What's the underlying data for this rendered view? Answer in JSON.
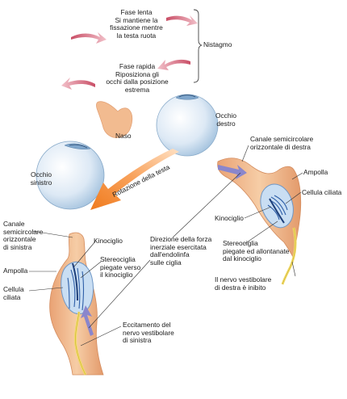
{
  "labels": {
    "fase_lenta_1": "Fase lenta",
    "fase_lenta_2": "Si mantiene la",
    "fase_lenta_3": "fissazione mentre",
    "fase_lenta_4": "la testa ruota",
    "nistagmo": "Nistagmo",
    "fase_rapida_1": "Fase rapida",
    "fase_rapida_2": "Riposiziona gli",
    "fase_rapida_3": "occhi dalla posizione",
    "fase_rapida_4": "estrema",
    "naso": "Naso",
    "occhio_destro_1": "Occhio",
    "occhio_destro_2": "destro",
    "occhio_sinistro_1": "Occhio",
    "occhio_sinistro_2": "sinistro",
    "rotazione": "Rotazione della testa",
    "canale_dx_1": "Canale semicircolare",
    "canale_dx_2": "orizzontale di destra",
    "ampolla_dx": "Ampolla",
    "cellula_dx": "Cellula ciliata",
    "kinociglio_dx": "Kinociglio",
    "stereo_dx_1": "Stereociglia",
    "stereo_dx_2": "piegate ed allontanate",
    "stereo_dx_3": "dal kinociglio",
    "nervo_dx_1": "Il nervo vestibolare",
    "nervo_dx_2": "di destra è inibito",
    "direzione_1": "Direzione della forza",
    "direzione_2": "inerziale esercitata",
    "direzione_3": "dall'endolinfa",
    "direzione_4": "sulle ciglia",
    "canale_sx_1": "Canale",
    "canale_sx_2": "semicircolare",
    "canale_sx_3": "orizzontale",
    "canale_sx_4": "di sinistra",
    "ampolla_sx": "Ampolla",
    "cellula_sx_1": "Cellula",
    "cellula_sx_2": "ciliata",
    "kinociglio_sx": "Kinociglio",
    "stereo_sx_1": "Stereociglia",
    "stereo_sx_2": "piegate verso",
    "stereo_sx_3": "il kinociglio",
    "eccit_1": "Eccitamento del",
    "eccit_2": "nervo vestibolare",
    "eccit_3": "di sinistra"
  },
  "colors": {
    "tissue": "#f0b98e",
    "tissue_dark": "#d98a5e",
    "nerve": "#f3e07a",
    "cupula": "#cfe2f5",
    "hair": "#2f5fa8",
    "eyeball": "#dbe9f6",
    "rotation_arrow": "#f07b1e",
    "pink_arrow": "#d5677b",
    "flow_arrow": "#7c78c2",
    "leader": "#333333"
  }
}
